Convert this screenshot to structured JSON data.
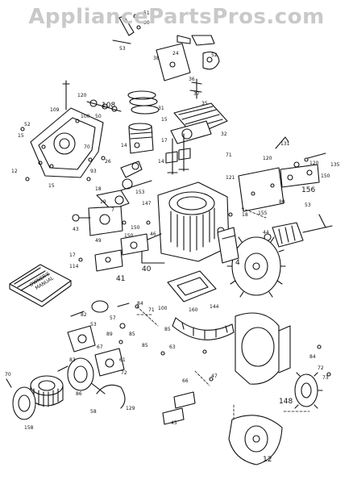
{
  "watermark": "AppliancePartsPros.com",
  "book": {
    "title_line1": "OWNER'S",
    "title_line2": "MANUAL"
  },
  "callouts": [
    {
      "id": "c1",
      "text": "108"
    },
    {
      "id": "c2",
      "text": "156"
    },
    {
      "id": "c3",
      "text": "4"
    },
    {
      "id": "c4",
      "text": "40"
    },
    {
      "id": "c5",
      "text": "41"
    },
    {
      "id": "c6",
      "text": "148"
    },
    {
      "id": "c7",
      "text": "12"
    }
  ],
  "small_refs": [
    "51",
    "50",
    "53",
    "38",
    "24",
    "52",
    "36",
    "37",
    "35",
    "32",
    "120",
    "109",
    "100",
    "52",
    "50",
    "31",
    "15",
    "14",
    "12",
    "121",
    "120",
    "131",
    "17",
    "14",
    "15",
    "93",
    "26",
    "15",
    "70",
    "71",
    "80",
    "53",
    "155",
    "150",
    "153",
    "147",
    "18",
    "19",
    "7",
    "18",
    "17",
    "114",
    "49",
    "43",
    "44",
    "150",
    "150",
    "46",
    "47",
    "63",
    "85",
    "84",
    "100",
    "84",
    "72",
    "73",
    "70",
    "158",
    "83",
    "82",
    "53",
    "57",
    "86",
    "89",
    "67",
    "61",
    "72",
    "66",
    "85",
    "129",
    "45",
    "58",
    "85",
    "71",
    "160",
    "144",
    "120",
    "135"
  ]
}
